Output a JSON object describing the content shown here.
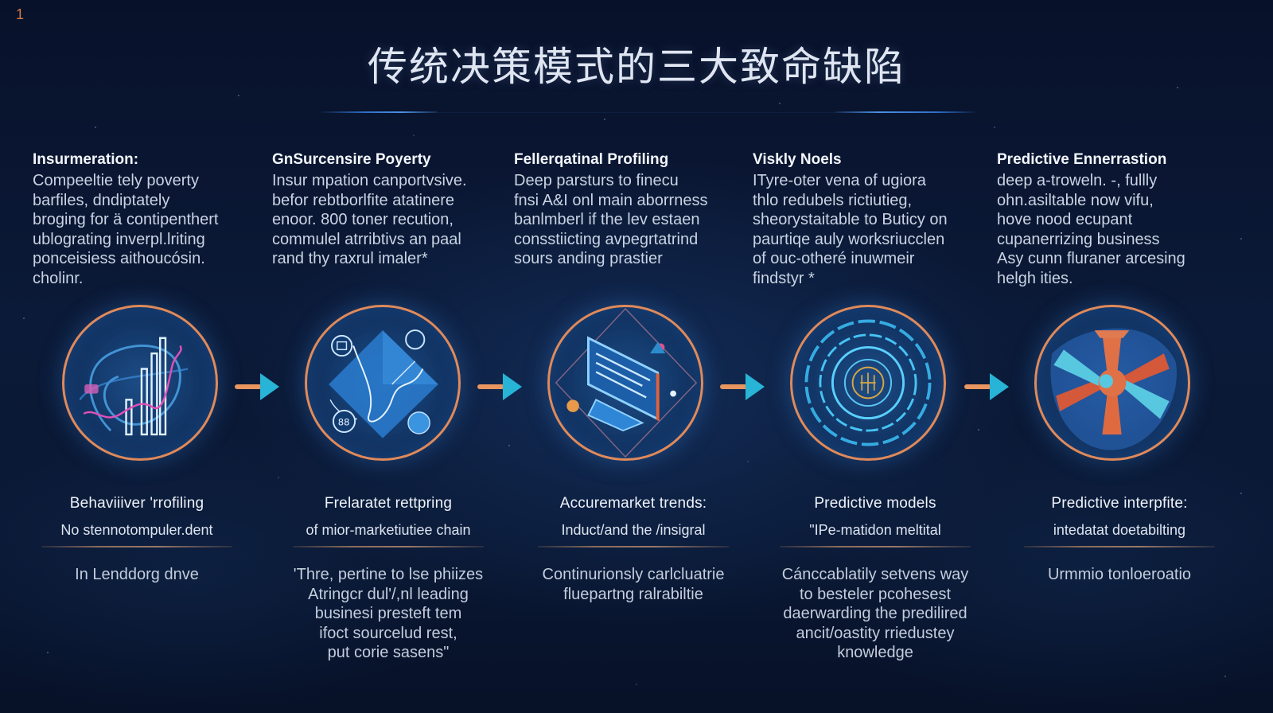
{
  "page": {
    "page_mark": "1",
    "title": "传统决策模式的三大致命缺陷"
  },
  "colors": {
    "background": "#0a1834",
    "ring": "#e08a5a",
    "arrow_shaft": "#e8955f",
    "arrow_head": "#27b4d6",
    "heading_text": "#f3f6fb",
    "body_text": "#c9d3e2"
  },
  "columns": [
    {
      "heading": "Insurmeration:",
      "desc": [
        "Compeeltie tely poverty",
        "barfiles, dndiptately",
        "broging for ä contipenthert",
        "ublograting inverpl.lriting",
        "ponceisiess aithoucósin.",
        "cholinr."
      ],
      "icon": "bar-chart-analytics-icon",
      "bottom_title": "Behaviiiver 'rrofiling",
      "bottom_sub": "No stennotompuler.dent",
      "bottom_desc": [
        "In Lenddorg dnve"
      ]
    },
    {
      "heading": "GnSurcensire Poyerty",
      "desc": [
        "Insur mpation canportvsive.",
        "befor rebtborlfite atatinere",
        "enoor. 800 toner recution,",
        "commulel atrribtivs an paal",
        "rand thy raxrul imaler*"
      ],
      "icon": "network-diamond-icon",
      "bottom_title": "Frelaratet rettpring",
      "bottom_sub": "of mior-marketiutiee chain",
      "bottom_desc": [
        "'Thre, pertine to lse phiizes",
        "Atringcr dul'/,nl leading",
        "businesi presteft tem",
        "ifoct sourcelud rest,",
        "put corie sasens\""
      ]
    },
    {
      "heading": "Fellerqatinal Profiling",
      "desc": [
        "Deep parsturs to finecu",
        "fnsi A&I onl main aborrness",
        "banlmberl if the lev estaen",
        "consstiicting avpegrtatrind",
        "sours anding prastier"
      ],
      "icon": "computer-monitor-icon",
      "bottom_title": "Accuremarket trends:",
      "bottom_sub": "Induct/and the /insigral",
      "bottom_desc": [
        "Continurionsly carlcluatrie",
        "fluepartng ralrabiltie"
      ]
    },
    {
      "heading": "Viskly Noels",
      "desc": [
        "ITyre-oter vena of ugiora",
        "thlo redubels rictiutieg,",
        "sheorystaitable to Buticy on",
        "paurtiqe auly worksriucclen",
        "of ouc-otheré inuwmeir",
        "findstyr *"
      ],
      "icon": "circuit-radar-icon",
      "bottom_title": "Predictive models",
      "bottom_sub": "\"IPe-matidon meltital",
      "bottom_desc": [
        "Cánccablatily setvens way",
        "to besteler pcohesest",
        "daerwarding the predilired",
        "ancit/oastity rriedustey",
        "knowledge"
      ]
    },
    {
      "heading": "Predictive Ennerrastion",
      "desc": [
        "deep a-troweln. -, fullly",
        "ohn.asiltable now vifu,",
        "hove nood ecupant",
        "cupanerrizing business",
        "Asy cunn fluraner arcesing",
        "helgh ities."
      ],
      "icon": "fan-turbine-icon",
      "bottom_title": "Predictive interpfite:",
      "bottom_sub": "intedatat doetabilting",
      "bottom_desc": [
        "Urmmio tonloeroatio"
      ]
    }
  ]
}
